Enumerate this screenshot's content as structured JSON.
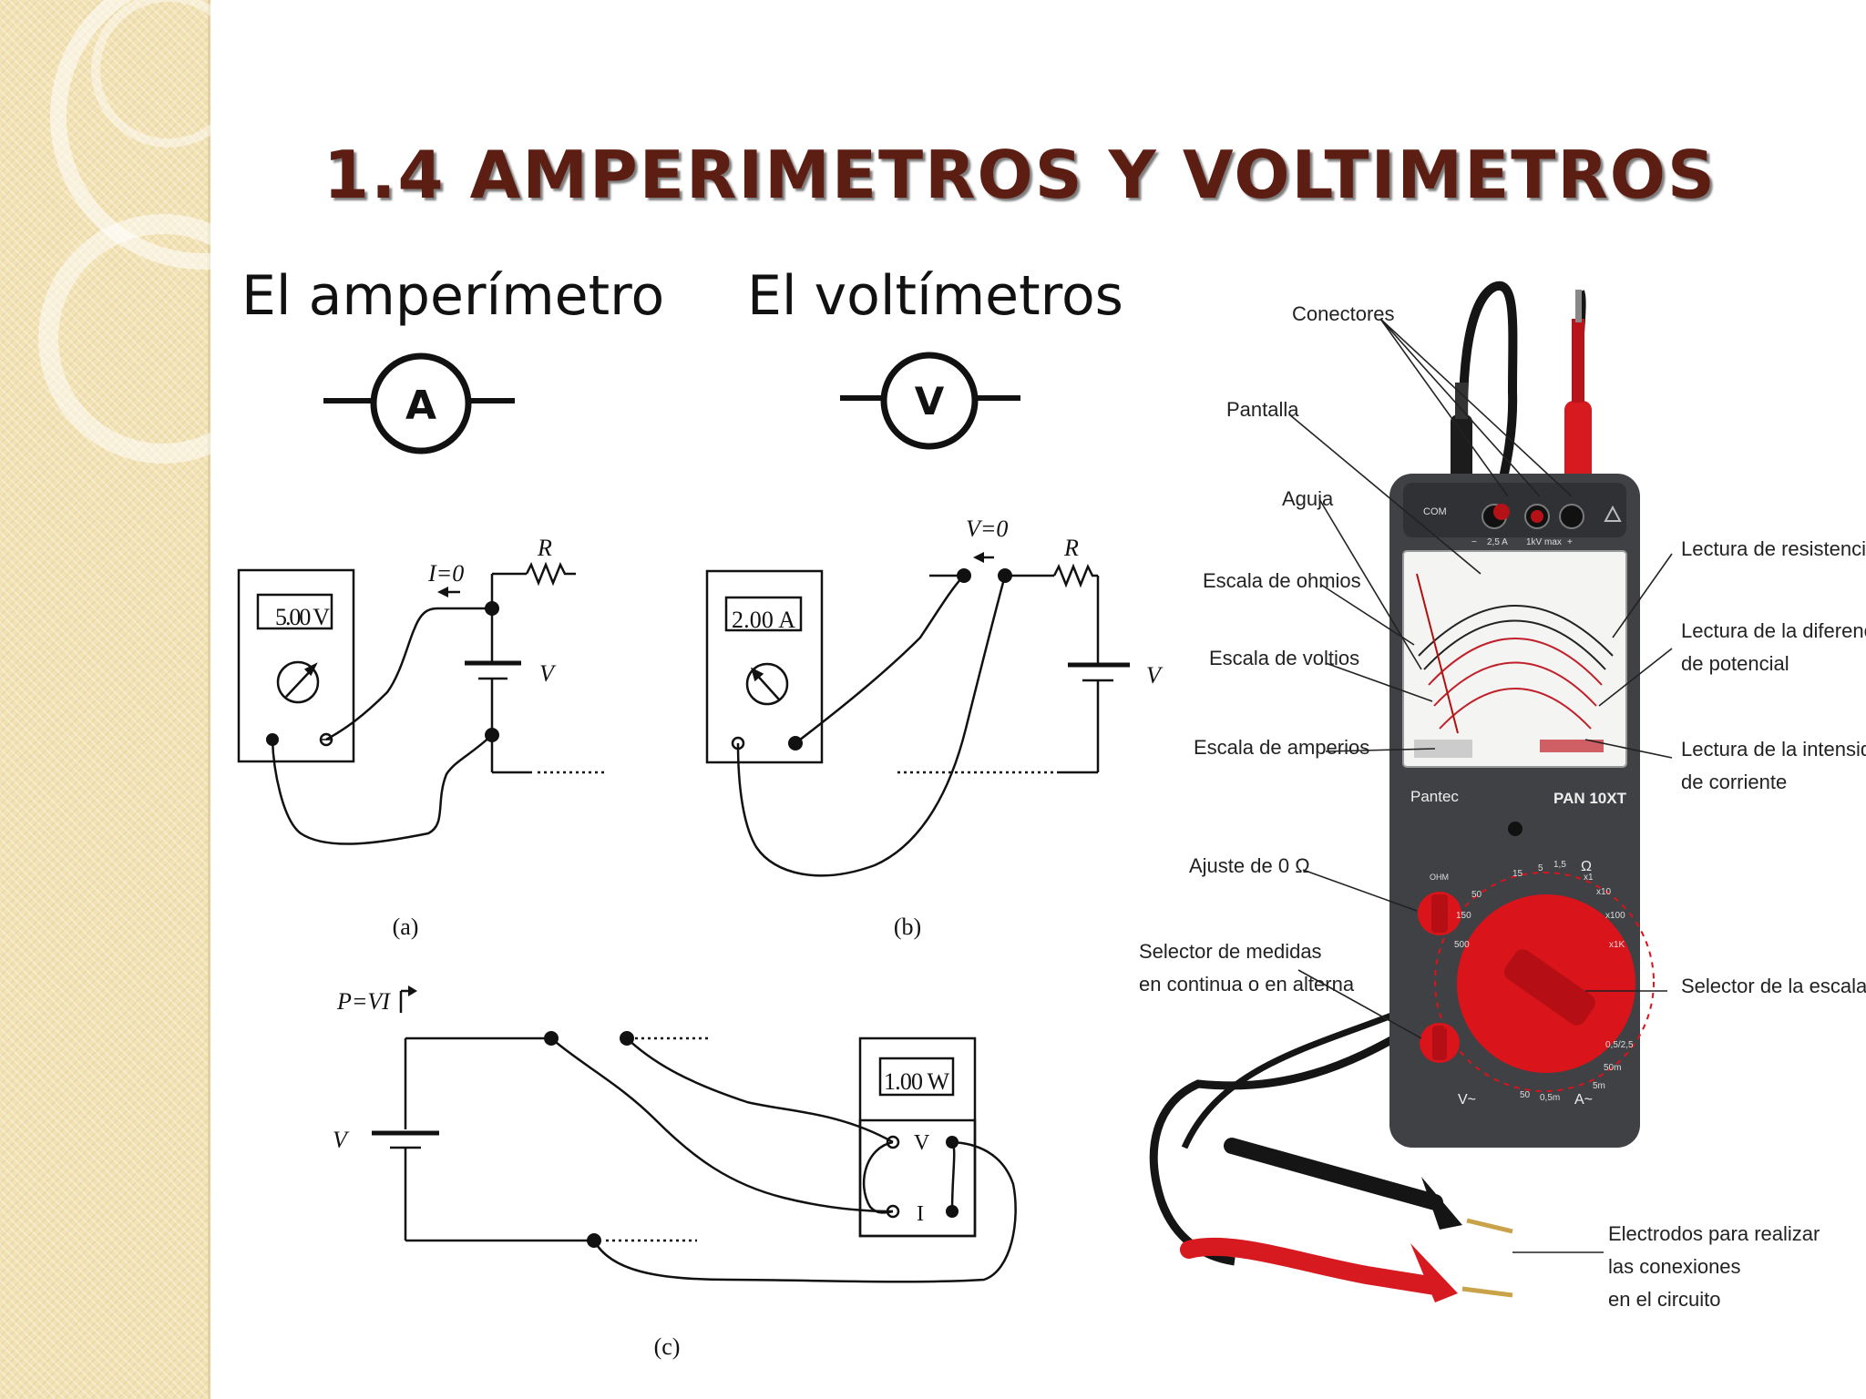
{
  "slide": {
    "title": "1.4 AMPERIMETROS Y VOLTIMETROS",
    "ammeter_heading": "El amperímetro",
    "voltmeter_heading": "El voltímetros"
  },
  "symbols": {
    "ammeter_letter": "A",
    "voltmeter_letter": "V"
  },
  "circuits": {
    "a": {
      "display": "5.00 V",
      "current_label": "I=0",
      "resistor_label": "R",
      "source_label": "V",
      "caption": "(a)"
    },
    "b": {
      "display": "2.00 A",
      "voltage_label": "V=0",
      "resistor_label": "R",
      "source_label": "V",
      "caption": "(b)"
    },
    "c": {
      "power_label": "P=VI",
      "display": "1.00 W",
      "source_label": "V",
      "terminal_v": "V",
      "terminal_i": "I",
      "caption": "(c)"
    }
  },
  "multimeter": {
    "brand": "Pantec",
    "model": "PAN 10XT",
    "com_label": "COM",
    "jack_labels": [
      "−",
      "2,5 A",
      "1kV max",
      "+"
    ],
    "knob_ohm_label": "OHM",
    "range_labels": [
      "15",
      "5",
      "1,5",
      "50",
      "150",
      "500",
      "x1",
      "x10",
      "x100",
      "x1K",
      "0,5/2,5",
      "50m",
      "5m",
      "50",
      "0,5m"
    ],
    "side_labels": [
      "V~",
      "A~",
      "Ω"
    ],
    "callouts": {
      "conectores": "Conectores",
      "pantalla": "Pantalla",
      "aguja": "Aguja",
      "escala_ohmios": "Escala de ohmios",
      "escala_voltios": "Escala de voltios",
      "escala_amperios": "Escala de amperios",
      "ajuste": "Ajuste de 0 Ω",
      "selector_medidas_1": "Selector de medidas",
      "selector_medidas_2": "en continua o en alterna",
      "lectura_resistencia": "Lectura de resistencia",
      "lectura_diferencia_1": "Lectura de la diferencia",
      "lectura_diferencia_2": "de potencial",
      "lectura_intensidad_1": "Lectura de la intensidad",
      "lectura_intensidad_2": "de corriente",
      "selector_escala": "Selector de la escala",
      "electrodos_1": "Electrodos para realizar",
      "electrodos_2": "las conexiones",
      "electrodos_3": "en el circuito"
    }
  },
  "colors": {
    "title": "#5c1d12",
    "strip": "#f2e2b4",
    "meter_body": "#3f4144",
    "dial_red": "#d9141b",
    "scale_black": "#222222",
    "scale_red": "#c0202a"
  }
}
